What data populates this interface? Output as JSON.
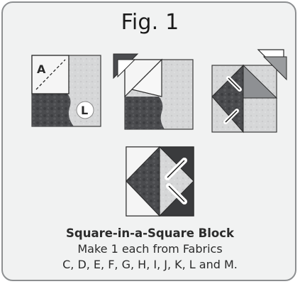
{
  "figure": {
    "title": "Fig. 1"
  },
  "labels": {
    "square_a": "A",
    "rectangle_l": "L"
  },
  "caption": {
    "heading": "Square-in-a-Square Block",
    "line1": "Make 1 each from Fabrics",
    "line2": "C, D, E, F, G, H, I, J, K, L and M."
  },
  "colors": {
    "card_background": "#f1f2f2",
    "card_border": "#8d8f91",
    "dark_fabric": "#3a3b3d",
    "medium_fabric": "#8e9093",
    "light_fabric": "#d6d7d8",
    "corner_square": "#f5f5f5"
  }
}
